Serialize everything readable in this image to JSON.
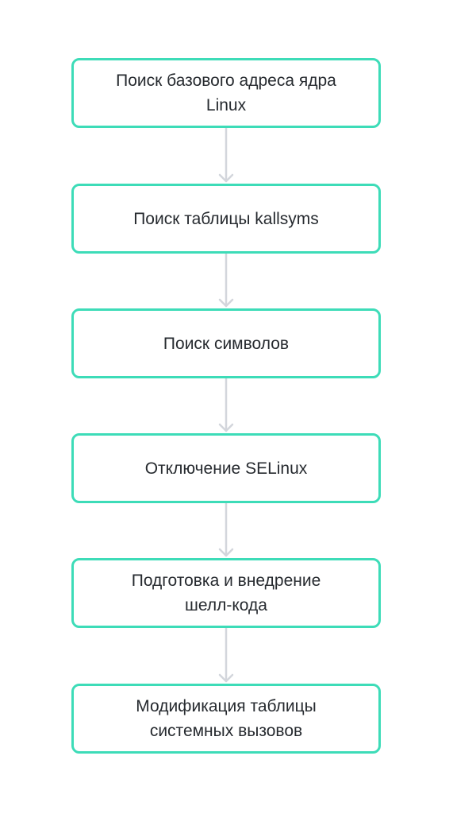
{
  "colors": {
    "box_border": "#3ddcb8",
    "arrow": "#d3d6dc",
    "text": "#262a2f",
    "background": "#ffffff"
  },
  "steps": [
    {
      "label": "Поиск базового адреса ядра\nLinux"
    },
    {
      "label": "Поиск таблицы kallsyms"
    },
    {
      "label": "Поиск символов"
    },
    {
      "label": "Отключение SELinux"
    },
    {
      "label": "Подготовка и внедрение\nшелл-кода"
    },
    {
      "label": "Модификация таблицы\nсистемных вызовов"
    }
  ],
  "connectors": [
    {
      "from": "steps.0",
      "to": "steps.1",
      "icon": "arrow-down-icon"
    },
    {
      "from": "steps.1",
      "to": "steps.2",
      "icon": "arrow-down-icon"
    },
    {
      "from": "steps.2",
      "to": "steps.3",
      "icon": "arrow-down-icon"
    },
    {
      "from": "steps.3",
      "to": "steps.4",
      "icon": "arrow-down-icon"
    },
    {
      "from": "steps.4",
      "to": "steps.5",
      "icon": "arrow-down-icon"
    }
  ]
}
